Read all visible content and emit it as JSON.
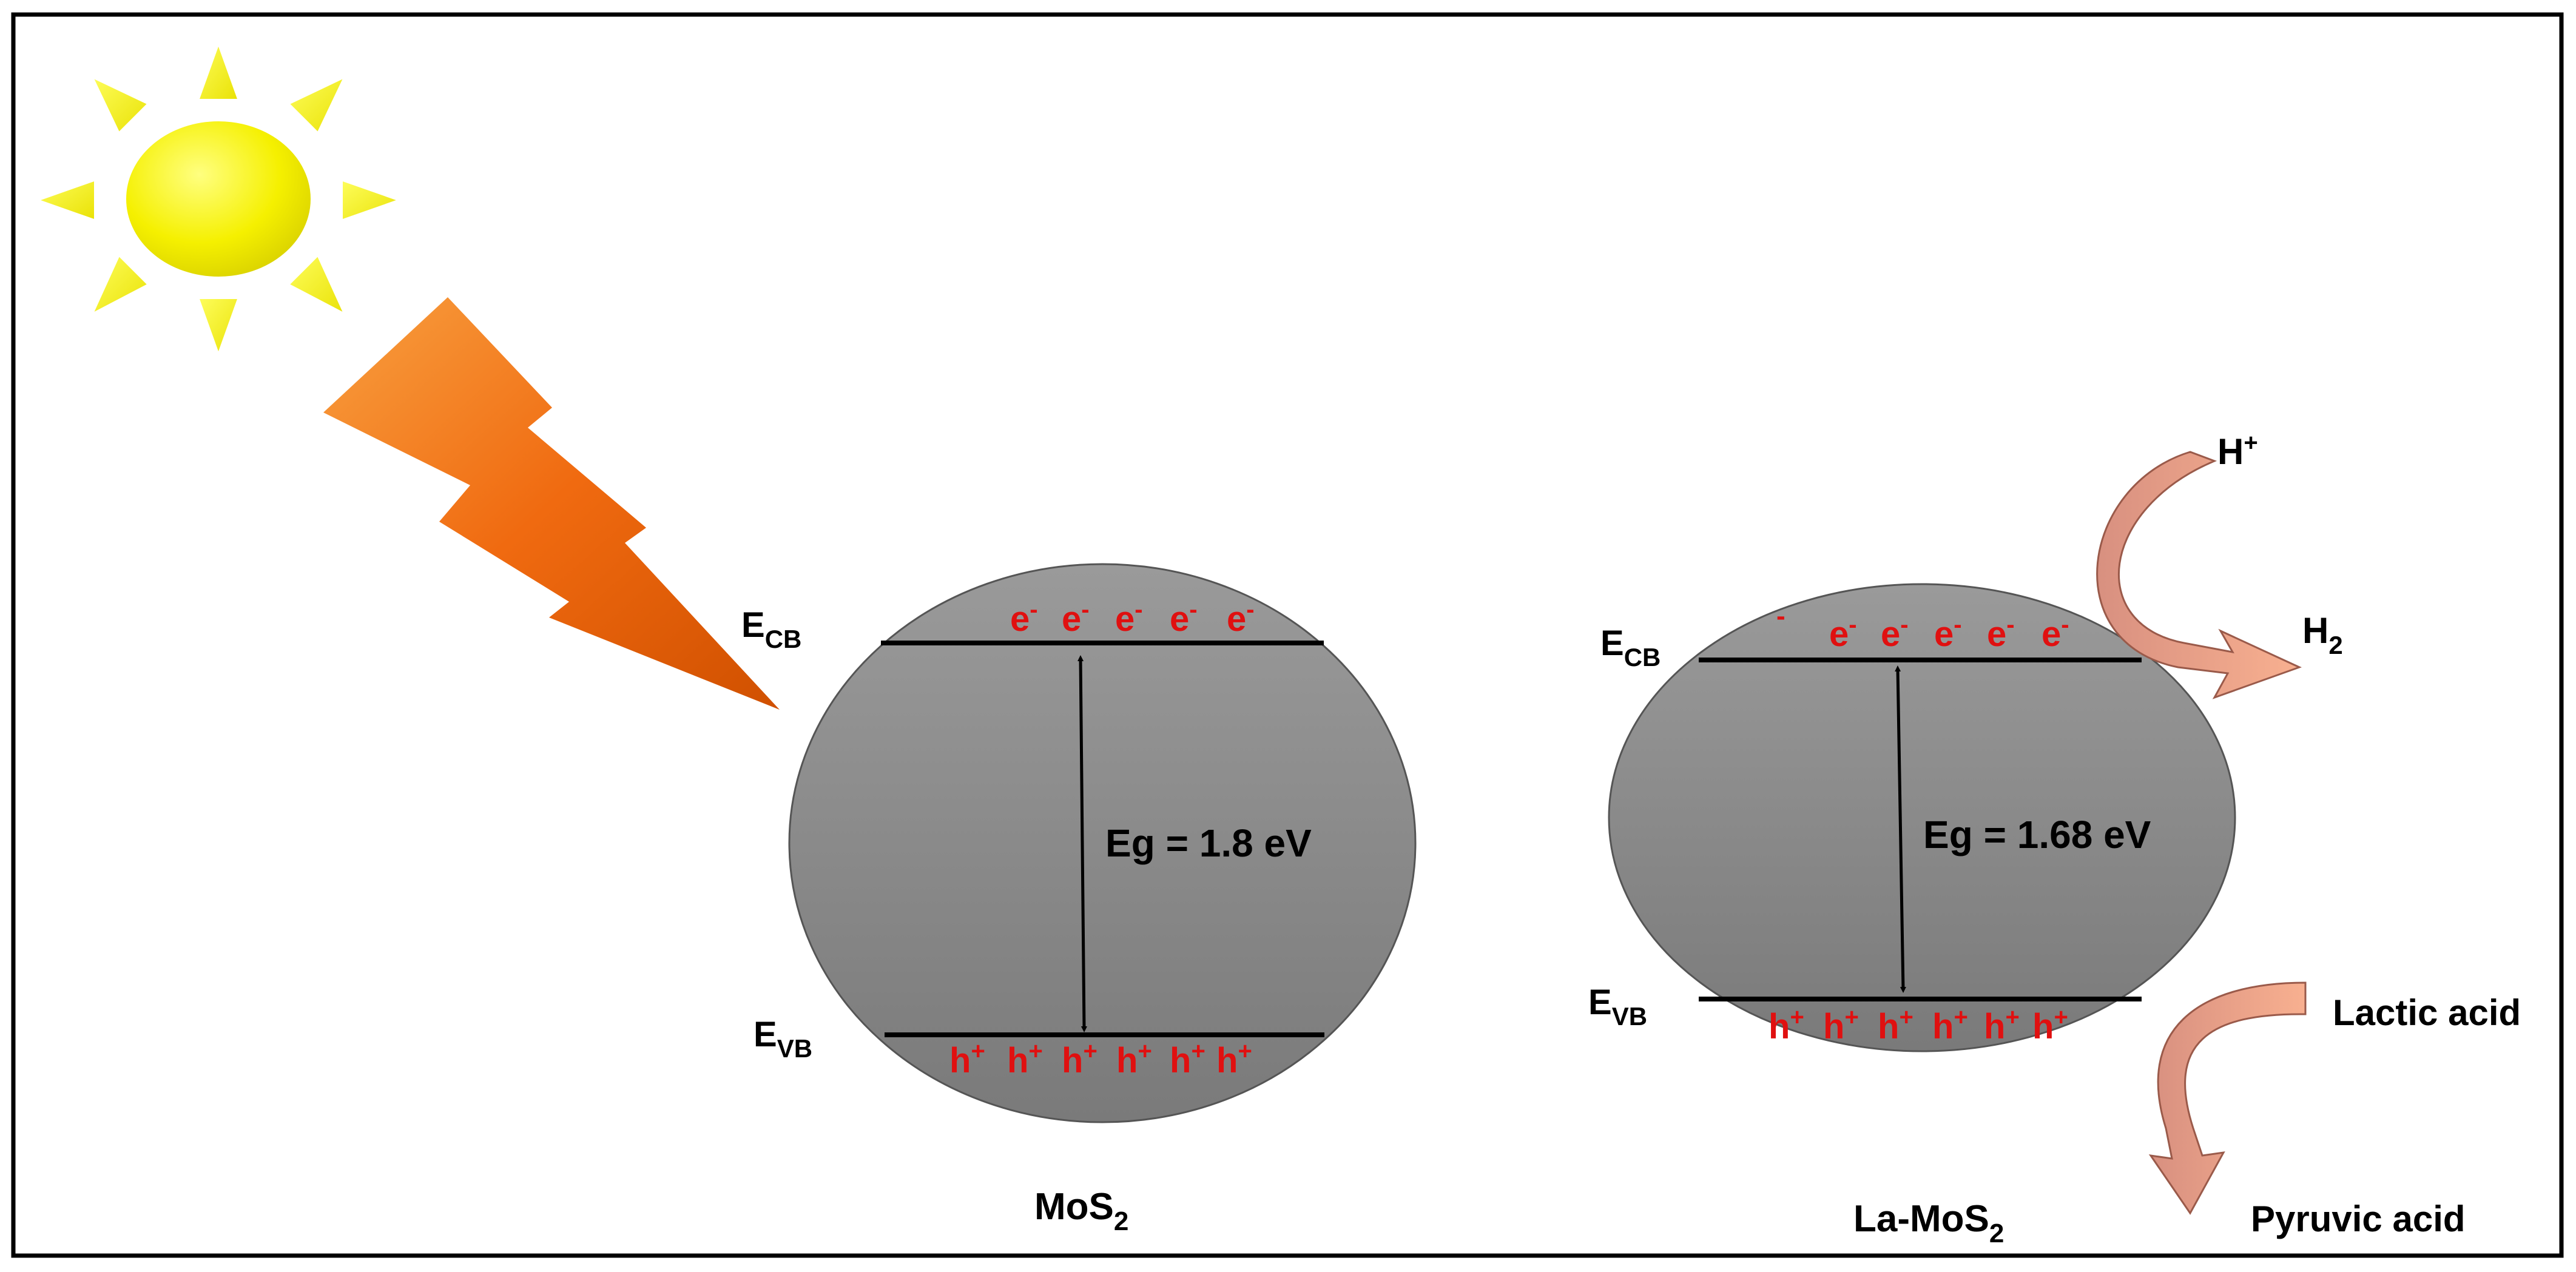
{
  "left_particle": {
    "ecb": {
      "main": "E",
      "sub": "CB"
    },
    "evb": {
      "main": "E",
      "sub": "VB"
    },
    "electrons": [
      "e",
      "e",
      "e",
      "e",
      "e"
    ],
    "electron_sup": "-",
    "holes": [
      "h",
      "h",
      "h",
      "h",
      "h",
      "h"
    ],
    "hole_sup": "+",
    "gap_label": "Eg = 1.8 eV",
    "name": {
      "main": "MoS",
      "sub": "2"
    }
  },
  "right_particle": {
    "ecb": {
      "main": "E",
      "sub": "CB"
    },
    "evb": {
      "main": "E",
      "sub": "VB"
    },
    "stray_minus": "-",
    "electrons": [
      "e",
      "e",
      "e",
      "e",
      "e"
    ],
    "electron_sup": "-",
    "holes": [
      "h",
      "h",
      "h",
      "h",
      "h",
      "h"
    ],
    "hole_sup": "+",
    "gap_label": "Eg = 1.68 eV",
    "name": {
      "main": "La-MoS",
      "sub": "2"
    }
  },
  "reactions": {
    "proton": {
      "main": "H",
      "sup": "+"
    },
    "hydrogen": {
      "main": "H",
      "sub": "2"
    },
    "lactic": "Lactic acid",
    "pyruvic": "Pyruvic acid"
  },
  "colors": {
    "charge_red": "#e01010",
    "sun_yellow": "#f5f000",
    "bolt_orange": "#f06a10",
    "sphere_gray": "#8c8c8c",
    "arrow_salmon": "#f0a080",
    "frame": "#000000"
  }
}
